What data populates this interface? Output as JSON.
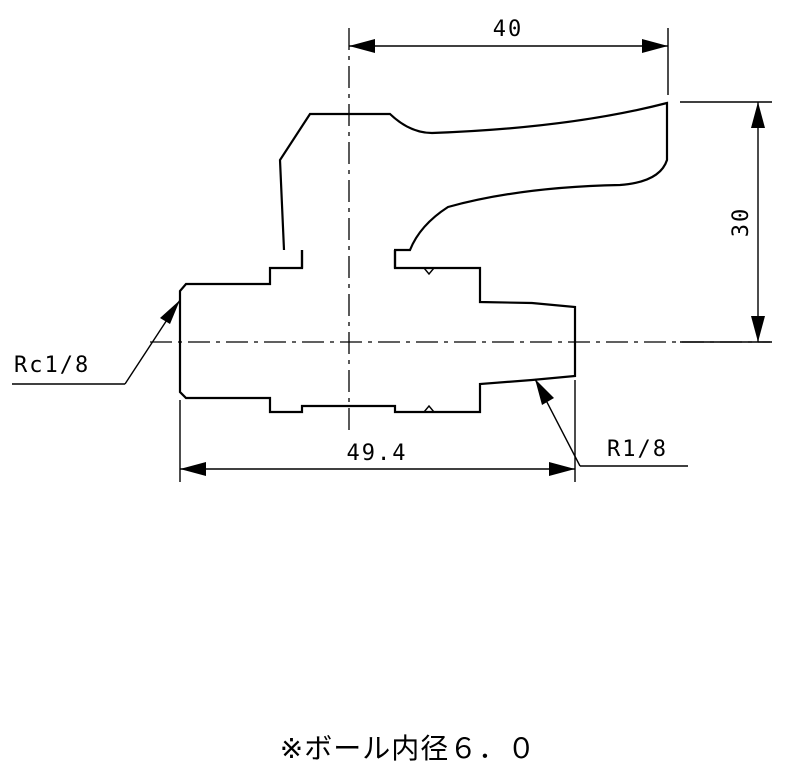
{
  "dimensions": {
    "handle_width": "40",
    "height": "30",
    "body_length": "49.4"
  },
  "threads": {
    "left": "Rc1/8",
    "right": "R1/8"
  },
  "note": "※ボール内径６．０"
}
